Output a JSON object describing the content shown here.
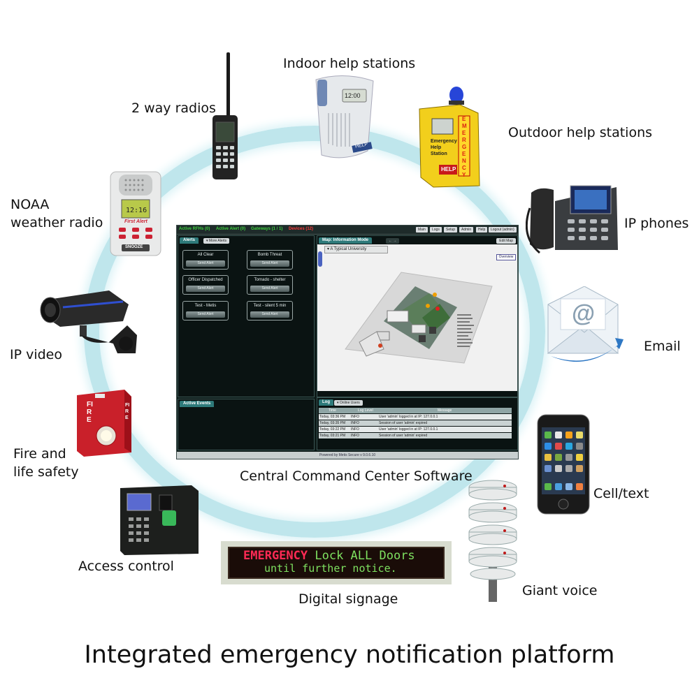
{
  "title": "Integrated emergency notification platform",
  "center_label": "Central Command Center Software",
  "devices": {
    "indoor": "Indoor help stations",
    "outdoor": "Outdoor help stations",
    "radios": "2 way radios",
    "noaa_line1": "NOAA",
    "noaa_line2": "weather radio",
    "ipphones": "IP phones",
    "ipvideo": "IP video",
    "email": "Email",
    "fire_line1": "Fire and",
    "fire_line2": "life safety",
    "cell": "Cell/text",
    "access": "Access control",
    "signage": "Digital signage",
    "giant": "Giant voice"
  },
  "signage_text": {
    "line1_red": "EMERGENCY",
    "line1_green": "Lock ALL Doors",
    "line2": "until further notice."
  },
  "device_text": {
    "indoor_clock": "12:00",
    "indoor_help": "HELP",
    "outdoor_vertical": "EMERGENCY",
    "outdoor_body": "Emergency Help Station",
    "outdoor_help": "HELP",
    "noaa_brand": "First Alert",
    "noaa_time": "12:16",
    "noaa_button": "SNOOZE",
    "fire_text": "FIRE",
    "email_symbol": "@"
  },
  "software": {
    "status": {
      "rfh": "Active RFHs (0)",
      "alert": "Active Alert (0)",
      "gateways": "Gateways (1 / 1)",
      "devices": "Devices (12)"
    },
    "nav": [
      "Main",
      "Logs",
      "Setup",
      "Admin",
      "Help",
      "Logout (admin)"
    ],
    "alerts_tab": "Alerts",
    "more_alerts": "▾ More Alerts",
    "alerts": [
      {
        "name": "All Clear",
        "send": "Send Alert"
      },
      {
        "name": "Bomb Threat",
        "send": "Send Alert"
      },
      {
        "name": "Officer Dispatched",
        "send": "Send Alert"
      },
      {
        "name": "Tornado - shelter",
        "send": "Send Alert"
      },
      {
        "name": "Test - Metis",
        "send": "Send Alert"
      },
      {
        "name": "Test - silent 5 min",
        "send": "Send Alert"
      }
    ],
    "map_tab": "Map: Information Mode",
    "map_select": "▾  A Typical University",
    "edit_map": "Edit Map",
    "overview": "Overview",
    "events_tab": "Active Events",
    "log_tab": "Log",
    "online_users": "▾ Online Users",
    "log_headers": [
      "Time",
      "Log Level",
      "Message"
    ],
    "log_rows": [
      {
        "time": "Today, 03:36 PM",
        "level": "INFO",
        "msg": "User 'admin' logged in at IP: 127.0.0.1"
      },
      {
        "time": "Today, 03:35 PM",
        "level": "INFO",
        "msg": "Session of user 'admin' expired"
      },
      {
        "time": "Today, 03:22 PM",
        "level": "INFO",
        "msg": "User 'admin' logged in at IP: 127.0.0.1"
      },
      {
        "time": "Today, 03:21 PM",
        "level": "INFO",
        "msg": "Session of user 'admin' expired"
      }
    ],
    "footer": "Powered by Metis Secure v 9.0.6.10"
  },
  "colors": {
    "ring": "#bfe6ec",
    "status_green": "#3fd13f",
    "status_red": "#ff3b3b",
    "tab_teal": "#2e7a7a",
    "sign_red": "#ff2a55",
    "sign_green": "#7ee060"
  }
}
